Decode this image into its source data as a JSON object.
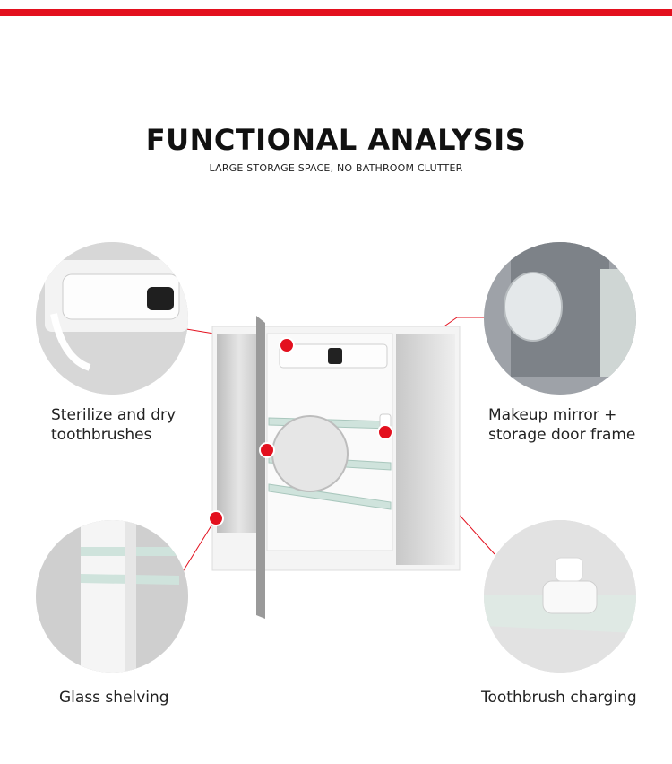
{
  "header": {
    "title": "FUNCTIONAL ANALYSIS",
    "subtitle": "LARGE STORAGE SPACE, NO BATHROOM CLUTTER"
  },
  "features": [
    {
      "line1": "Sterilize and dry",
      "line2": "toothbrushes"
    },
    {
      "line1": "Makeup mirror +",
      "line2": "storage door frame"
    },
    {
      "line1": "Glass shelving",
      "line2": ""
    },
    {
      "line1": "Toothbrush charging",
      "line2": ""
    }
  ],
  "colors": {
    "accent": "#e3101e",
    "text": "#222222"
  }
}
